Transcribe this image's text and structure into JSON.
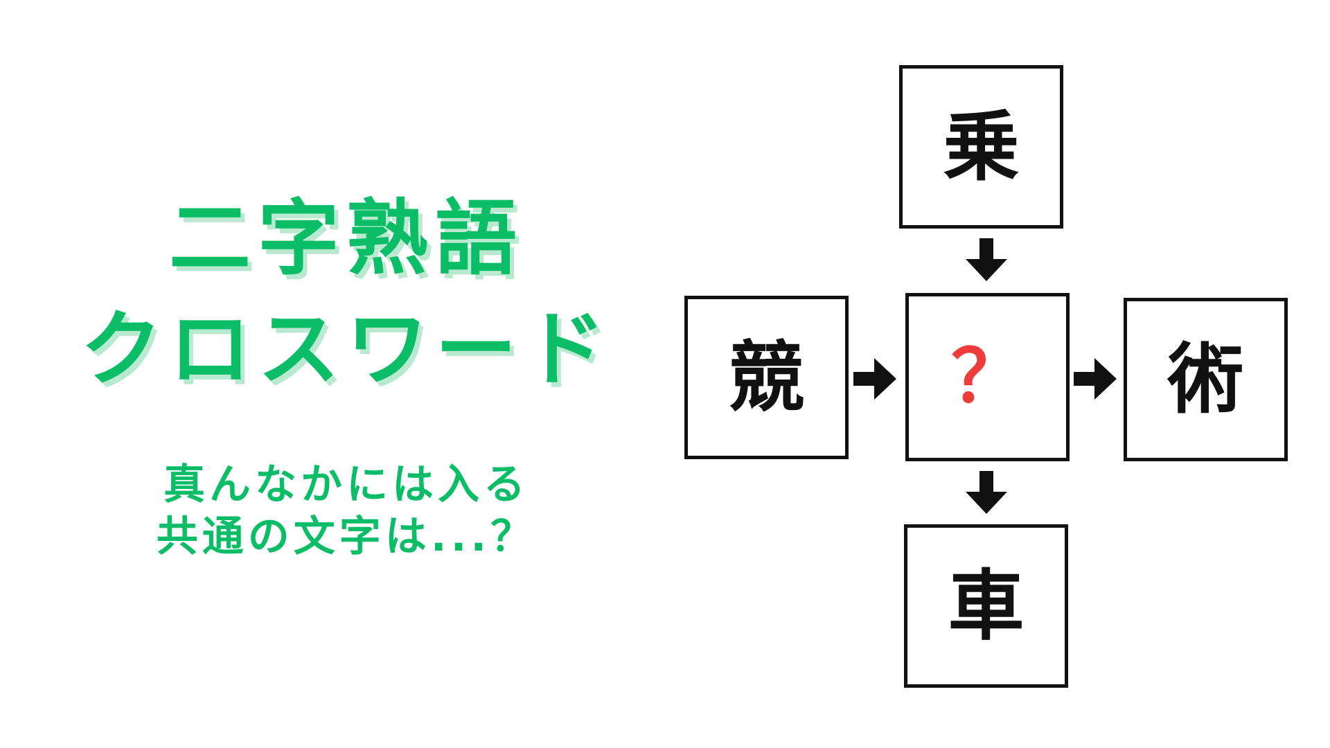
{
  "title": {
    "line1": "二字熟語",
    "line2": "クロスワード"
  },
  "subtitle": {
    "line1": "真んなかには入る",
    "line2": "共通の文字は...？"
  },
  "crossword": {
    "top": "乗",
    "left": "競",
    "center": "？",
    "right": "術",
    "bottom": "車"
  },
  "colors": {
    "accent_green": "#0cbd68",
    "shadow_green": "#b9ead0",
    "question_red": "#ee3b3b",
    "box_border": "#111111"
  },
  "icons": {
    "arrows": [
      "arrow-down-icon",
      "arrow-down-icon",
      "arrow-right-icon",
      "arrow-right-icon"
    ]
  }
}
